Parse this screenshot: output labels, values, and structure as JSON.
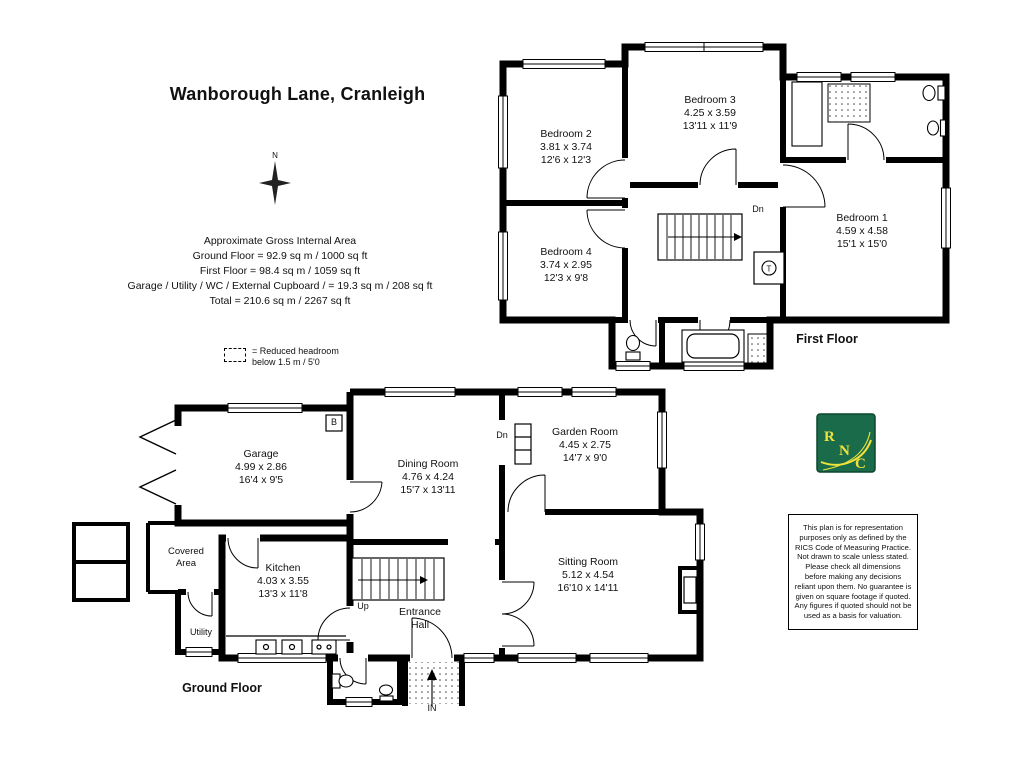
{
  "title": "Wanborough Lane, Cranleigh",
  "compass": {
    "n": "N"
  },
  "area_summary": {
    "heading": "Approximate Gross Internal Area",
    "lines": [
      "Ground Floor = 92.9 sq m / 1000 sq ft",
      "First Floor = 98.4 sq m / 1059 sq ft",
      "Garage / Utility / WC / External Cupboard /  = 19.3 sq m / 208 sq ft",
      "Total = 210.6 sq m / 2267 sq ft"
    ]
  },
  "legend": {
    "line1": "= Reduced headroom",
    "line2": "below 1.5 m / 5'0"
  },
  "first_floor": {
    "label": "First Floor",
    "rooms": [
      {
        "name": "Bedroom 2",
        "metric": "3.81 x 3.74",
        "imperial": "12'6 x 12'3"
      },
      {
        "name": "Bedroom 3",
        "metric": "4.25 x 3.59",
        "imperial": "13'11 x 11'9"
      },
      {
        "name": "Bedroom 4",
        "metric": "3.74 x 2.95",
        "imperial": "12'3 x 9'8"
      },
      {
        "name": "Bedroom 1",
        "metric": "4.59 x 4.58",
        "imperial": "15'1 x 15'0"
      }
    ],
    "dn": "Dn",
    "tank": "T"
  },
  "ground_floor": {
    "label": "Ground Floor",
    "rooms": [
      {
        "name": "Garage",
        "metric": "4.99 x 2.86",
        "imperial": "16'4 x 9'5"
      },
      {
        "name": "Dining Room",
        "metric": "4.76 x 4.24",
        "imperial": "15'7 x 13'11"
      },
      {
        "name": "Garden Room",
        "metric": "4.45 x 2.75",
        "imperial": "14'7 x 9'0"
      },
      {
        "name": "Kitchen",
        "metric": "4.03 x 3.55",
        "imperial": "13'3 x 11'8"
      },
      {
        "name": "Sitting Room",
        "metric": "5.12 x 4.54",
        "imperial": "16'10 x 14'11"
      }
    ],
    "covered_area": [
      "Covered",
      "Area"
    ],
    "entrance_hall": [
      "Entrance",
      "Hall"
    ],
    "utility": "Utility",
    "up": "Up",
    "dn": "Dn",
    "boiler": "B",
    "in": "IN"
  },
  "logo": {
    "letters": [
      "R",
      "N",
      "C"
    ]
  },
  "disclaimer": {
    "text": "This plan is for representation purposes only as defined by the RICS Code of Measuring Practice. Not drawn to scale unless stated. Please check all dimensions before making any decisions reliant upon them. No guarantee is given on square footage if quoted. Any figures if quoted should not be used as a basis for valuation."
  },
  "colors": {
    "wall": "#000000",
    "logo_green": "#1a6b4a",
    "logo_yellow": "#f2e33a"
  }
}
